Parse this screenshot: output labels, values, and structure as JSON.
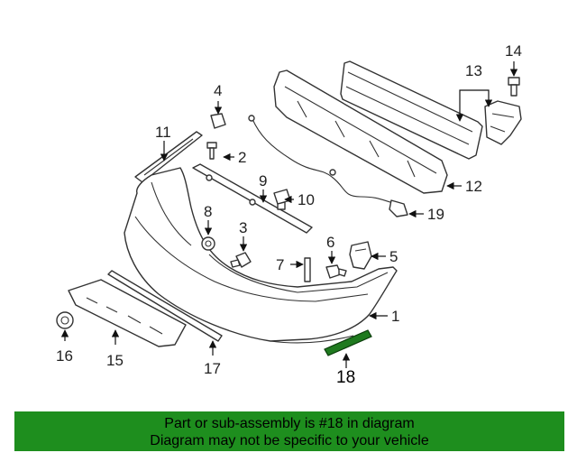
{
  "callouts": {
    "c1": "1",
    "c2": "2",
    "c3": "3",
    "c4": "4",
    "c5": "5",
    "c6": "6",
    "c7": "7",
    "c8": "8",
    "c9": "9",
    "c10": "10",
    "c11": "11",
    "c12": "12",
    "c13": "13",
    "c14": "14",
    "c15": "15",
    "c16": "16",
    "c17": "17",
    "c18": "18",
    "c19": "19"
  },
  "highlighted_part": "18",
  "colors": {
    "highlight": "#1f7a1f",
    "banner": "#1e8e1e"
  },
  "banner": {
    "line1": "Part or sub-assembly is #18 in diagram",
    "line2": "Diagram may not be specific to your vehicle"
  }
}
